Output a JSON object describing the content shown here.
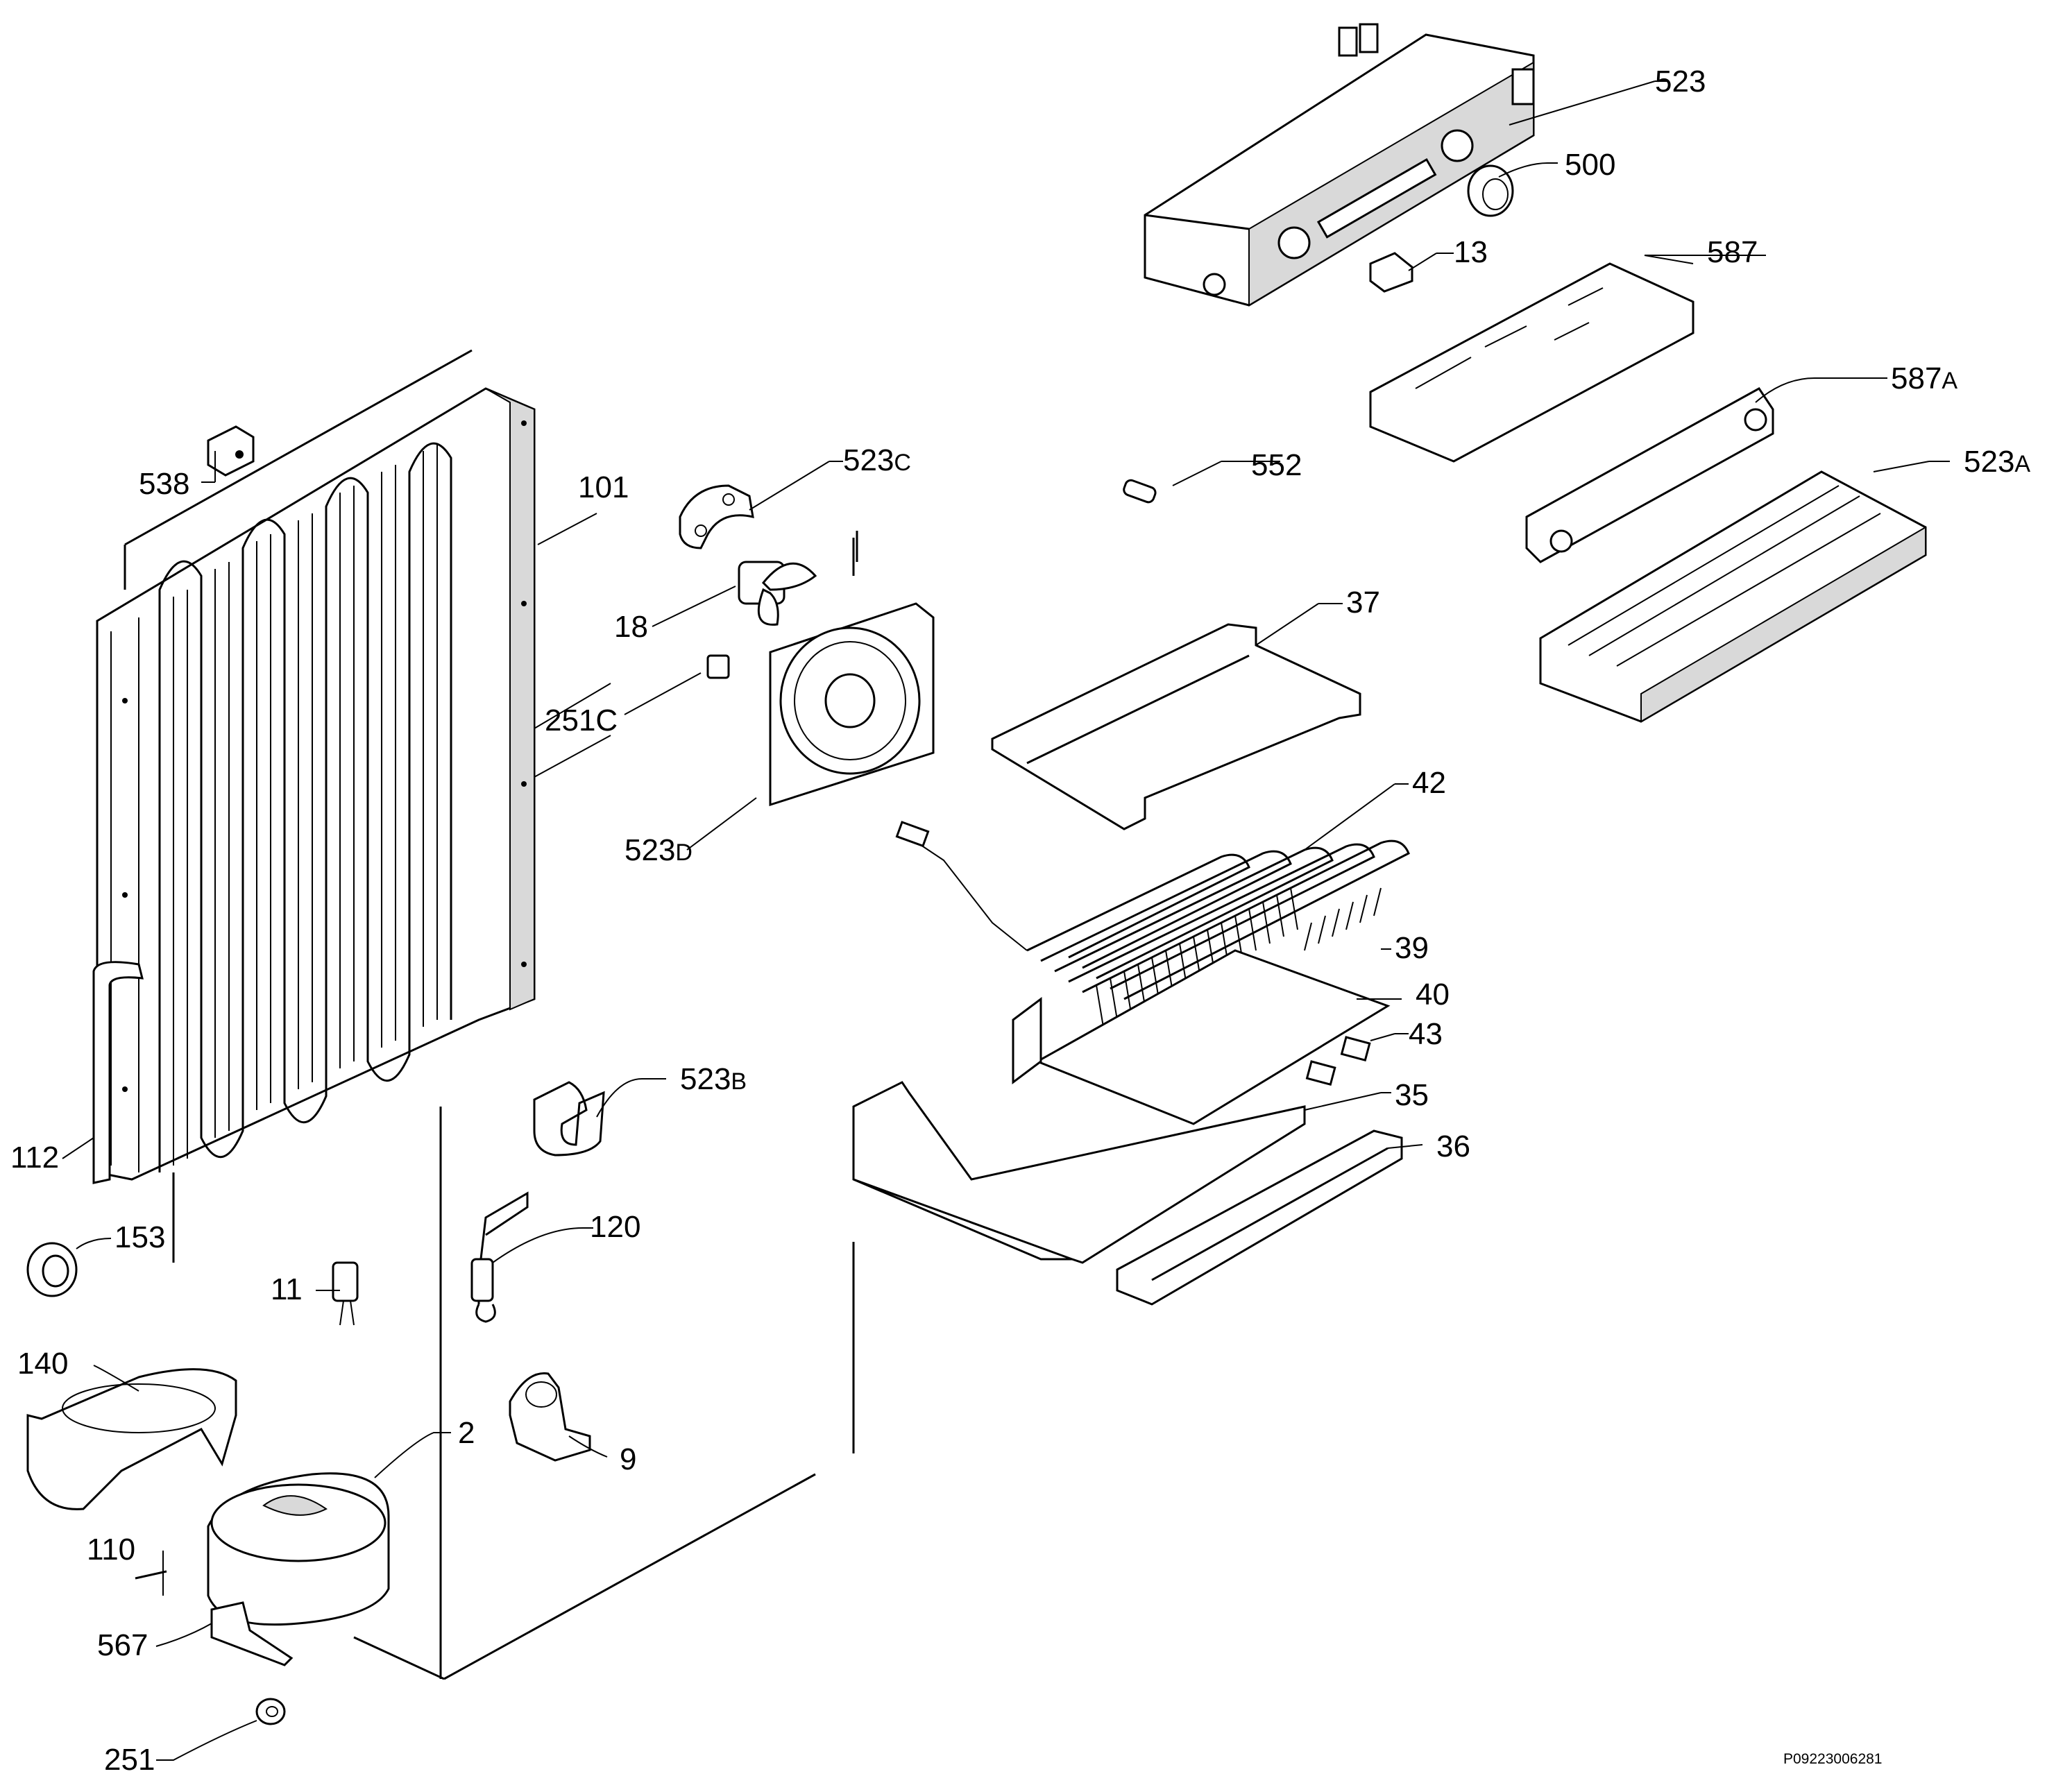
{
  "diagram": {
    "reference_code": "P09223006281",
    "parts": [
      {
        "id": "523",
        "label": "523",
        "suffix": ""
      },
      {
        "id": "500",
        "label": "500",
        "suffix": ""
      },
      {
        "id": "13",
        "label": "13",
        "suffix": ""
      },
      {
        "id": "587",
        "label": "587",
        "suffix": ""
      },
      {
        "id": "587A",
        "label": "587",
        "suffix": "A"
      },
      {
        "id": "552",
        "label": "552",
        "suffix": ""
      },
      {
        "id": "523A",
        "label": "523",
        "suffix": "A"
      },
      {
        "id": "538",
        "label": "538",
        "suffix": ""
      },
      {
        "id": "523C",
        "label": "523",
        "suffix": "C"
      },
      {
        "id": "101",
        "label": "101",
        "suffix": ""
      },
      {
        "id": "18",
        "label": "18",
        "suffix": ""
      },
      {
        "id": "37",
        "label": "37",
        "suffix": ""
      },
      {
        "id": "251C",
        "label": "251C",
        "suffix": ""
      },
      {
        "id": "523D",
        "label": "523",
        "suffix": "D"
      },
      {
        "id": "42",
        "label": "42",
        "suffix": ""
      },
      {
        "id": "39",
        "label": "39",
        "suffix": ""
      },
      {
        "id": "40",
        "label": "40",
        "suffix": ""
      },
      {
        "id": "43",
        "label": "43",
        "suffix": ""
      },
      {
        "id": "523B",
        "label": "523",
        "suffix": "B"
      },
      {
        "id": "35",
        "label": "35",
        "suffix": ""
      },
      {
        "id": "36",
        "label": "36",
        "suffix": ""
      },
      {
        "id": "112",
        "label": "112",
        "suffix": ""
      },
      {
        "id": "153",
        "label": "153",
        "suffix": ""
      },
      {
        "id": "120",
        "label": "120",
        "suffix": ""
      },
      {
        "id": "11",
        "label": "11",
        "suffix": ""
      },
      {
        "id": "140",
        "label": "140",
        "suffix": ""
      },
      {
        "id": "2",
        "label": "2",
        "suffix": ""
      },
      {
        "id": "9",
        "label": "9",
        "suffix": ""
      },
      {
        "id": "110",
        "label": "110",
        "suffix": ""
      },
      {
        "id": "567",
        "label": "567",
        "suffix": ""
      },
      {
        "id": "251",
        "label": "251",
        "suffix": ""
      }
    ]
  }
}
